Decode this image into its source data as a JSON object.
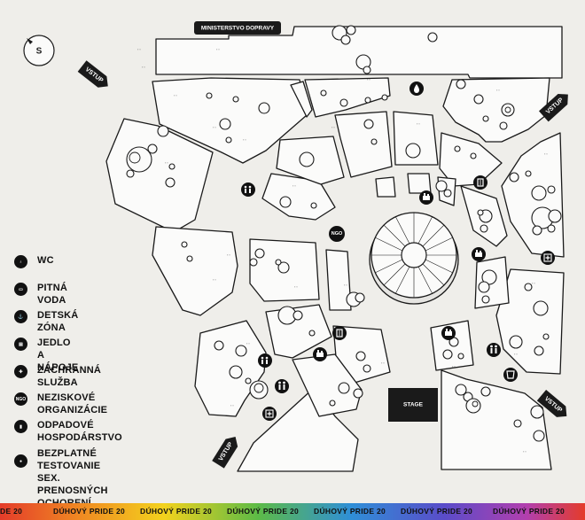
{
  "ministry_label": "MINISTERSTVO DOPRAVY",
  "stage_label": "STAGE",
  "entrance_label": "VSTUP",
  "compass_label": "S",
  "ngo_badge": "NGO",
  "legend": [
    {
      "icon": "wc-icon",
      "label": "WC"
    },
    {
      "icon": "drinking-water-icon",
      "label": "PITNÁ VODA"
    },
    {
      "icon": "kids-zone-icon",
      "label": "DETSKÁ ZÓNA"
    },
    {
      "icon": "food-drink-icon",
      "label": "JEDLO A NÁPOJE"
    },
    {
      "icon": "rescue-service-icon",
      "label": "ZÁCHRANNÁ SLUŽBA"
    },
    {
      "icon": "ngo-icon",
      "label": "NEZISKOVÉ ORGANIZÁCIE",
      "badge": "NGO"
    },
    {
      "icon": "waste-management-icon",
      "label": "ODPADOVÉ HOSPODÁRSTVO"
    },
    {
      "icon": "testing-icon",
      "label": "BEZPLATNÉ TESTOVANIE",
      "label2": "SEX. PRENOSNÝCH OCHORENÍ"
    }
  ],
  "ribbon": [
    "DE 20",
    "DÚHOVÝ PRIDE 20",
    "DÚHOVÝ PRIDE 20",
    "DÚHOVÝ PRIDE 20",
    "DÚHOVÝ PRIDE 20",
    "DÚHOVÝ PRIDE 20",
    "DÚHOVÝ PRIDE 20"
  ],
  "colors": {
    "ink": "#111111",
    "background": "#efeeea",
    "block_fill": "#fbfbfa"
  }
}
